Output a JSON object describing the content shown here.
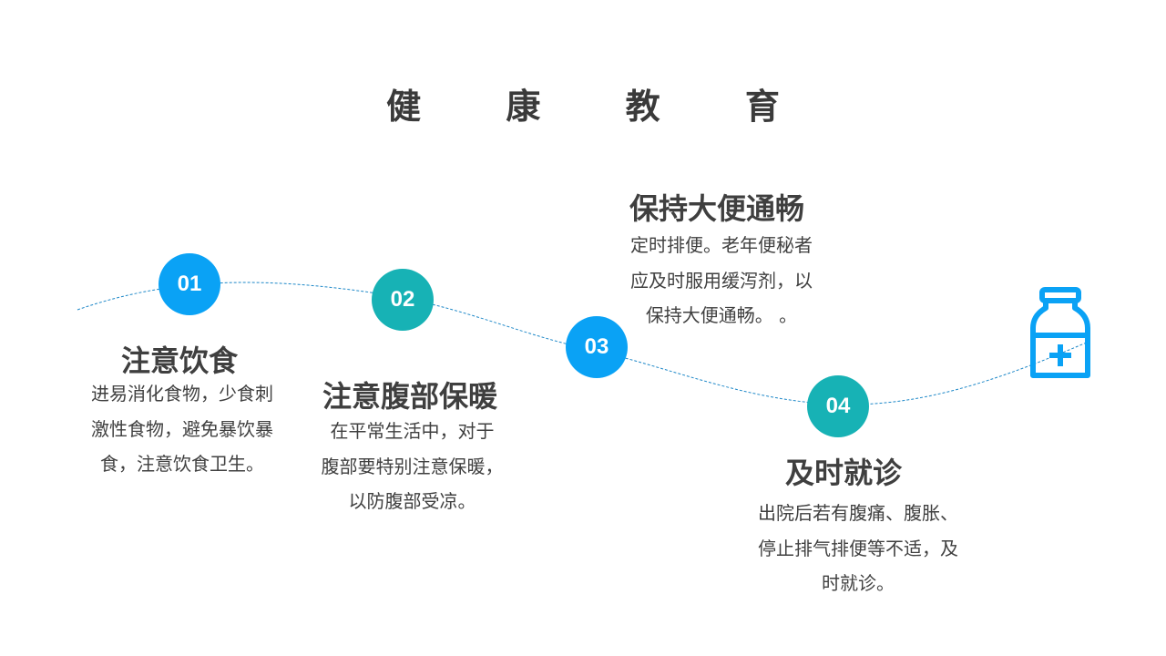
{
  "title": "健 康 教 育",
  "colors": {
    "blue": "#0aa2f5",
    "teal": "#17b2b5",
    "curve": "#1e88c8",
    "text": "#404040"
  },
  "steps": [
    {
      "num": "01",
      "heading": "注意饮食",
      "desc": [
        "进易消化食物，少食刺",
        "激性食物，避免暴饮暴",
        "食，注意饮食卫生。"
      ]
    },
    {
      "num": "02",
      "heading": "注意腹部保暖",
      "desc": [
        "在平常生活中，对于",
        "腹部要特别注意保暖，",
        "以防腹部受凉。"
      ]
    },
    {
      "num": "03",
      "heading": "保持大便通畅",
      "desc": [
        "定时排便。老年便秘者",
        "应及时服用缓泻剂，以",
        "保持大便通畅。 。"
      ]
    },
    {
      "num": "04",
      "heading": "及时就诊",
      "desc": [
        "出院后若有腹痛、腹胀、",
        "停止排气排便等不适，及",
        "时就诊。"
      ]
    }
  ],
  "decor_icon": "medicine-bottle-icon"
}
